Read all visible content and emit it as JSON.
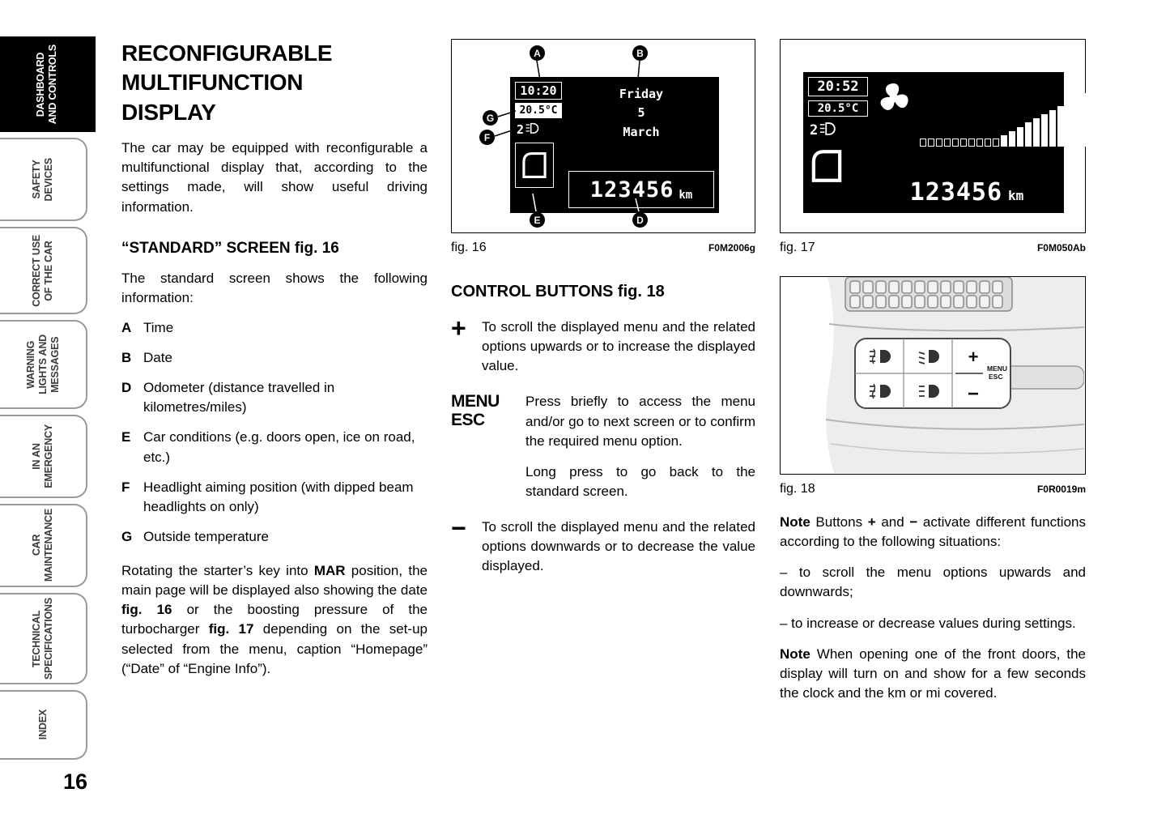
{
  "page_number": "16",
  "sidebar": {
    "tabs": [
      {
        "label": "DASHBOARD\nAND CONTROLS",
        "active": true
      },
      {
        "label": "SAFETY\nDEVICES",
        "active": false
      },
      {
        "label": "CORRECT USE\nOF THE CAR",
        "active": false
      },
      {
        "label": "WARNING\nLIGHTS AND\nMESSAGES",
        "active": false
      },
      {
        "label": "IN AN\nEMERGENCY",
        "active": false
      },
      {
        "label": "CAR\nMAINTENANCE",
        "active": false
      },
      {
        "label": "TECHNICAL\nSPECIFICATIONS",
        "active": false
      },
      {
        "label": "INDEX",
        "active": false
      }
    ]
  },
  "col1": {
    "title": "RECONFIGURABLE\nMULTIFUNCTION\nDISPLAY",
    "intro": "The car may be equipped with reconfigurable a multifunctional display that, according to the settings made, will show useful driving information.",
    "subheading": "“STANDARD” SCREEN fig. 16",
    "list_intro": "The standard screen shows the following information:",
    "items": [
      {
        "letter": "A",
        "text": "Time"
      },
      {
        "letter": "B",
        "text": "Date"
      },
      {
        "letter": "D",
        "text": "Odometer (distance travelled in kilometres/miles)"
      },
      {
        "letter": "E",
        "text": "Car conditions (e.g. doors open, ice on road, etc.)"
      },
      {
        "letter": "F",
        "text": "Headlight aiming position (with dipped beam headlights on only)"
      },
      {
        "letter": "G",
        "text": "Outside temperature"
      }
    ],
    "closing_rich": [
      {
        "t": "Rotating the starter’s key into "
      },
      {
        "t": "MAR",
        "b": true
      },
      {
        "t": " position, the main page will be displayed also showing the date "
      },
      {
        "t": "fig. 16",
        "b": true
      },
      {
        "t": " or the boosting pressure of the turbocharger "
      },
      {
        "t": "fig. 17",
        "b": true
      },
      {
        "t": " depending on the set-up selected from the menu, caption “Homepage” (“Date” of “Engine Info”)."
      }
    ]
  },
  "fig16": {
    "caption": "fig. 16",
    "code": "F0M2006g",
    "display": {
      "time": "10:20",
      "temp": "20.5°C",
      "headlight_level": "2",
      "date_line1": "Friday",
      "date_line2": "5",
      "date_line3": "March",
      "odometer": "123456",
      "odometer_unit": "km"
    },
    "callouts": [
      "A",
      "B",
      "G",
      "F",
      "E",
      "D"
    ]
  },
  "controls": {
    "heading": "CONTROL BUTTONS fig. 18",
    "items": [
      {
        "symbol": "+",
        "paragraphs": [
          "To scroll the displayed menu and the related options upwards or to increase the displayed value."
        ]
      },
      {
        "symbol": "MENU\nESC",
        "paragraphs": [
          "Press briefly to access the menu and/or go to next screen or to confirm the required menu option.",
          "Long press to go back to the standard screen."
        ]
      },
      {
        "symbol": "−",
        "paragraphs": [
          "To scroll the displayed menu and the related options downwards or to decrease the value displayed."
        ]
      }
    ]
  },
  "fig17": {
    "caption": "fig. 17",
    "code": "F0M050Ab",
    "display": {
      "time": "20:52",
      "temp": "20.5°C",
      "headlight_level": "2",
      "odometer": "123456",
      "odometer_unit": "km"
    },
    "gauge": {
      "outline_count": 10,
      "bar_count": 12
    }
  },
  "fig18": {
    "caption": "fig. 18",
    "code": "F0R0019m",
    "buttons": {
      "plus": "+",
      "minus": "−",
      "menu": "MENU",
      "esc": "ESC"
    }
  },
  "notes": {
    "note1_rich": [
      {
        "t": "Note",
        "b": true
      },
      {
        "t": " Buttons "
      },
      {
        "t": "+",
        "b": true
      },
      {
        "t": " and "
      },
      {
        "t": "−",
        "b": true
      },
      {
        "t": " activate different functions according to the following situations:"
      }
    ],
    "bullets": [
      "– to scroll the menu options upwards and downwards;",
      "– to increase or decrease values during settings."
    ],
    "note2_rich": [
      {
        "t": "Note",
        "b": true
      },
      {
        "t": " When opening one of the front doors, the display will turn on and show for a few seconds the clock and the km or mi covered."
      }
    ]
  }
}
